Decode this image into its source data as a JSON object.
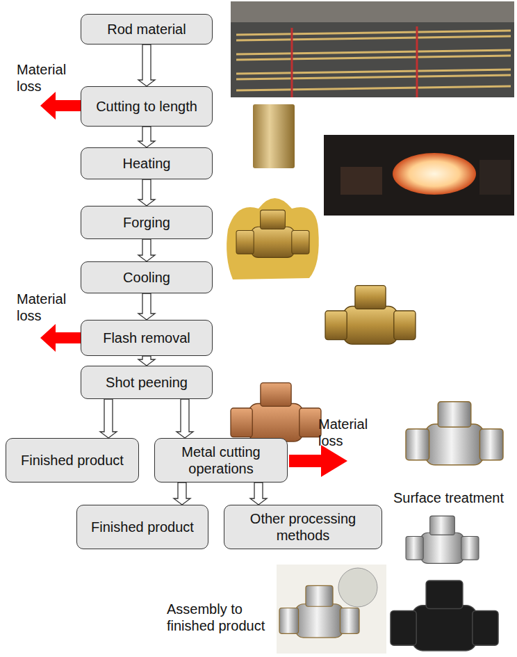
{
  "diagram": {
    "nodes": [
      {
        "text": [
          "Rod material"
        ]
      },
      {
        "text": [
          "Cutting to length"
        ]
      },
      {
        "text": [
          "Heating"
        ]
      },
      {
        "text": [
          "Forging"
        ]
      },
      {
        "text": [
          "Cooling"
        ]
      },
      {
        "text": [
          "Flash removal"
        ]
      },
      {
        "text": [
          "Shot peening"
        ]
      },
      {
        "text": [
          "Finished product"
        ]
      },
      {
        "text": [
          "Metal cutting operations"
        ]
      },
      {
        "text": [
          "Finished product"
        ]
      },
      {
        "text": [
          "Other processing methods"
        ]
      }
    ],
    "edges": [
      {
        "from": 0,
        "to": 1,
        "arrow": "to"
      },
      {
        "from": 1,
        "to": 2,
        "arrow": "to"
      },
      {
        "from": 2,
        "to": 3,
        "arrow": "to"
      },
      {
        "from": 3,
        "to": 4,
        "arrow": "to"
      },
      {
        "from": 4,
        "to": 5,
        "arrow": "to"
      },
      {
        "from": 5,
        "to": 6,
        "arrow": "to"
      },
      {
        "from": 6,
        "to": 7,
        "arrow": "to"
      },
      {
        "from": 6,
        "to": 8,
        "arrow": "to"
      },
      {
        "from": 8,
        "to": 9,
        "arrow": "to"
      },
      {
        "from": 8,
        "to": 10,
        "arrow": "to"
      }
    ],
    "labels": [
      "Material loss",
      "Material loss",
      "Material loss",
      "Surface treatment",
      "Assembly to finished product"
    ]
  }
}
